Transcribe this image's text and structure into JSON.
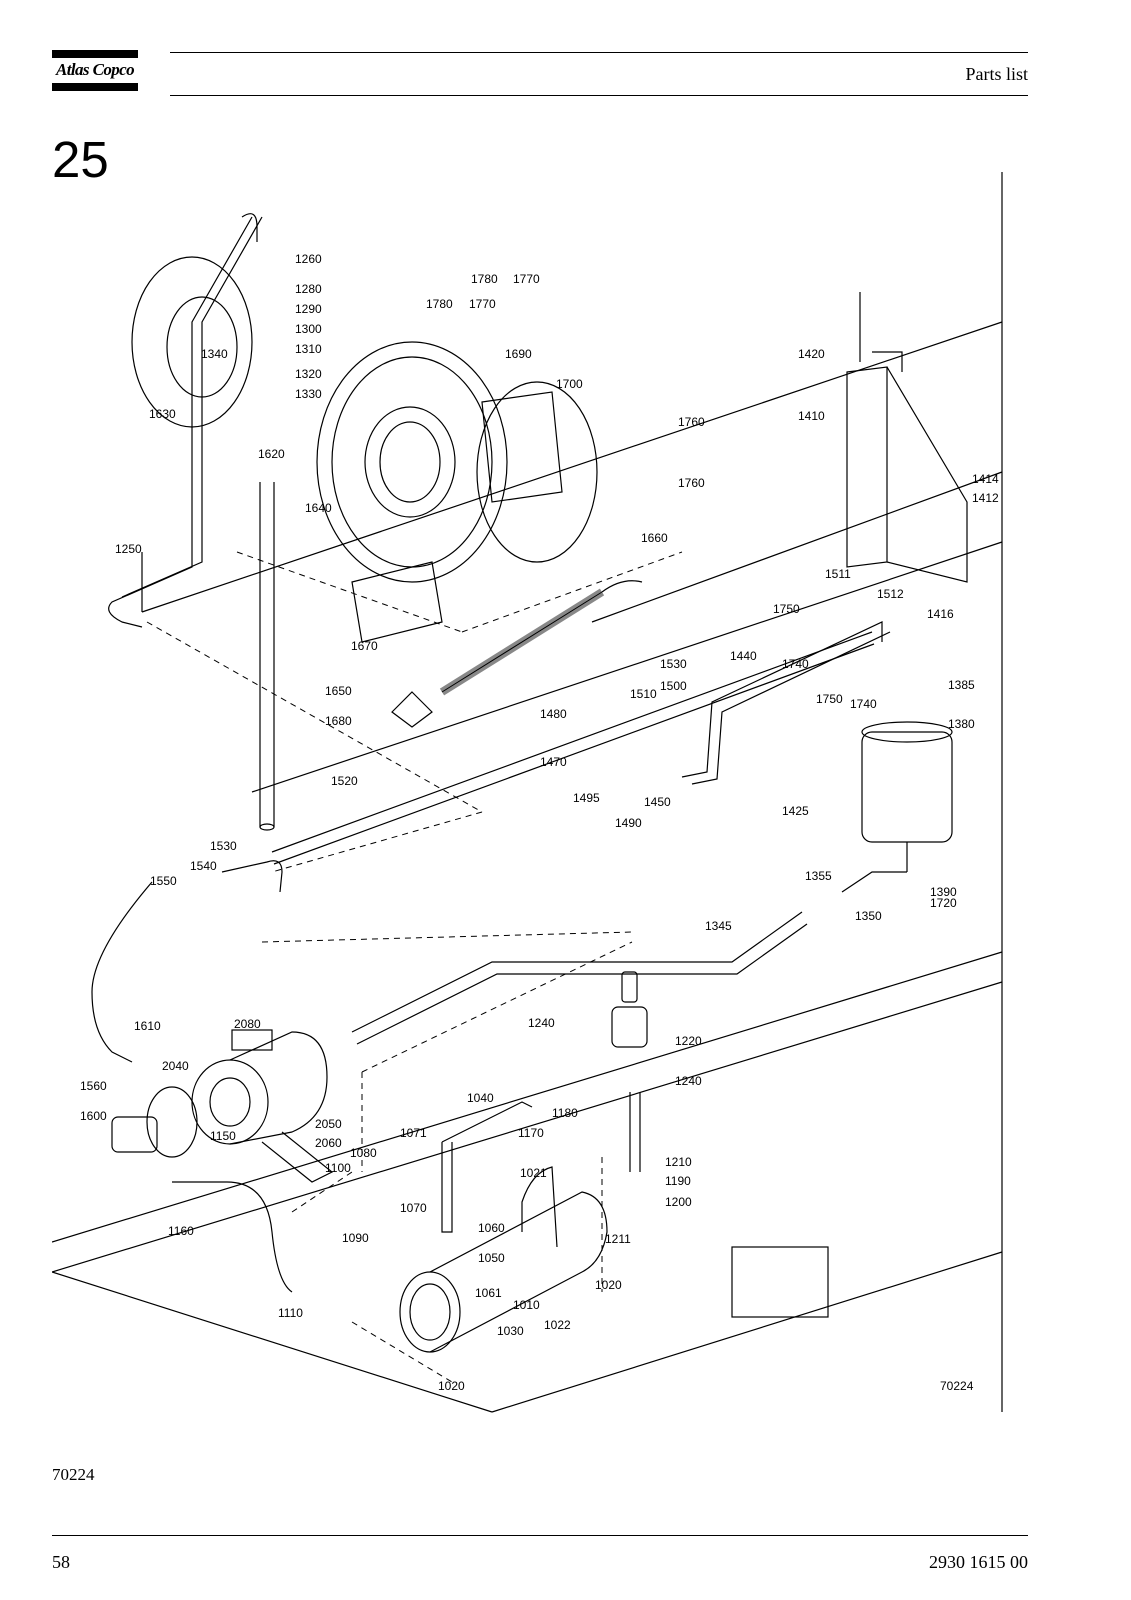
{
  "header": {
    "logo_text": "Atlas Copco",
    "title": "Parts list"
  },
  "section": {
    "number": "25"
  },
  "figure": {
    "drawing_number": "70224",
    "callouts": [
      "1260",
      "1280",
      "1290",
      "1300",
      "1310",
      "1320",
      "1330",
      "1340",
      "1630",
      "1620",
      "1640",
      "1250",
      "1780",
      "1770",
      "1780",
      "1770",
      "1690",
      "1700",
      "1760",
      "1760",
      "1420",
      "1410",
      "1414",
      "1412",
      "1660",
      "1670",
      "1650",
      "1680",
      "1511",
      "1512",
      "1416",
      "1750",
      "1750",
      "1740",
      "1740",
      "1385",
      "1380",
      "1530",
      "1510",
      "1500",
      "1480",
      "1470",
      "1440",
      "1495",
      "1490",
      "1450",
      "1425",
      "1520",
      "1530",
      "1540",
      "1550",
      "1355",
      "1350",
      "1390",
      "1720",
      "1345",
      "2080",
      "1610",
      "2040",
      "1560",
      "1600",
      "1150",
      "2050",
      "2060",
      "1160",
      "1240",
      "1220",
      "1240",
      "1040",
      "1170",
      "1180",
      "1071",
      "1080",
      "1100",
      "1070",
      "1090",
      "1060",
      "1050",
      "1021",
      "1211",
      "1210",
      "1190",
      "1200",
      "1061",
      "1010",
      "1020",
      "1022",
      "1030",
      "1110",
      "1020"
    ]
  },
  "footer": {
    "figure_ref": "70224",
    "page_number": "58",
    "document_number": "2930 1615 00"
  }
}
